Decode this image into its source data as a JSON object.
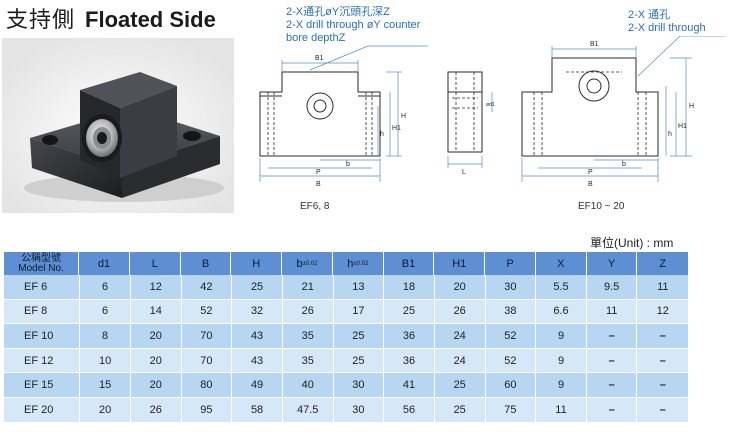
{
  "title": {
    "cn": "支持側",
    "en": "Floated Side"
  },
  "notes": {
    "countersunk": [
      "2-X通孔øY沉頭孔深Z",
      "2-X drill through øY counter",
      "bore depthZ"
    ],
    "through": [
      "2-X 通孔",
      "2-X drill through"
    ]
  },
  "drawing_labels": {
    "B1": "B1",
    "H": "H",
    "H1": "H1",
    "h": "h",
    "b": "b",
    "P": "P",
    "B": "B",
    "L": "L",
    "d1": "ød1"
  },
  "captions": {
    "left": "EF6, 8",
    "right": "EF10 ~ 20"
  },
  "unit_label": "單位(Unit) : mm",
  "table": {
    "model_header": [
      "公稱型號",
      "Model No."
    ],
    "columns": [
      "d1",
      "L",
      "B",
      "H",
      "b",
      "h",
      "B1",
      "H1",
      "P",
      "X",
      "Y",
      "Z"
    ],
    "tolerance": "±0.02",
    "rows": [
      {
        "model": "EF   6",
        "values": [
          "6",
          "12",
          "42",
          "25",
          "21",
          "13",
          "18",
          "20",
          "30",
          "5.5",
          "9.5",
          "11"
        ]
      },
      {
        "model": "EF   8",
        "values": [
          "6",
          "14",
          "52",
          "32",
          "26",
          "17",
          "25",
          "26",
          "38",
          "6.6",
          "11",
          "12"
        ]
      },
      {
        "model": "EF  10",
        "values": [
          "8",
          "20",
          "70",
          "43",
          "35",
          "25",
          "36",
          "24",
          "52",
          "9",
          "–",
          "–"
        ]
      },
      {
        "model": "EF  12",
        "values": [
          "10",
          "20",
          "70",
          "43",
          "35",
          "25",
          "36",
          "24",
          "52",
          "9",
          "–",
          "–"
        ]
      },
      {
        "model": "EF  15",
        "values": [
          "15",
          "20",
          "80",
          "49",
          "40",
          "30",
          "41",
          "25",
          "60",
          "9",
          "–",
          "–"
        ]
      },
      {
        "model": "EF  20",
        "values": [
          "20",
          "26",
          "95",
          "58",
          "47.5",
          "30",
          "56",
          "25",
          "75",
          "11",
          "–",
          "–"
        ]
      }
    ]
  }
}
